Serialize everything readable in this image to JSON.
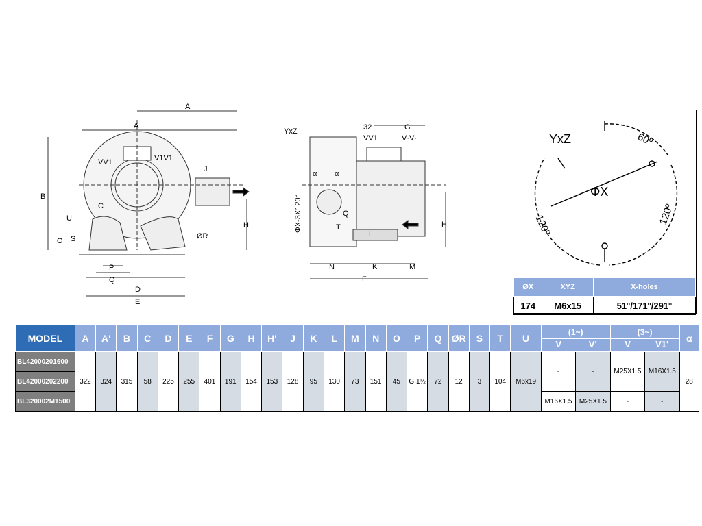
{
  "drawing_front": {
    "dims": [
      "A'",
      "A",
      "B",
      "VV1",
      "V1V1",
      "J",
      "C",
      "U",
      "O",
      "S",
      "P",
      "Q",
      "D",
      "E",
      "ØR",
      "H"
    ]
  },
  "drawing_side": {
    "dims": [
      "YxZ",
      "32",
      "G",
      "VV1",
      "V·V·",
      "α",
      "α",
      "ΦX-3X120°",
      "Q",
      "T",
      "L",
      "H",
      "N",
      "K",
      "M",
      "F"
    ]
  },
  "holes_panel": {
    "labels": {
      "yxz": "YxZ",
      "phix": "ΦX",
      "deg60": "60º",
      "deg120a": "120º",
      "deg120b": "120º"
    },
    "headers": [
      "ØX",
      "XYZ",
      "X-holes"
    ],
    "values": [
      "174",
      "M6x15",
      "51°/171°/291°"
    ]
  },
  "model_table": {
    "model_header": "MODEL",
    "columns": [
      "A",
      "A'",
      "B",
      "C",
      "D",
      "E",
      "F",
      "G",
      "H",
      "H'",
      "J",
      "K",
      "L",
      "M",
      "N",
      "O",
      "P",
      "Q",
      "ØR",
      "S",
      "T",
      "U"
    ],
    "phase1": {
      "label": "(1~)",
      "sub": [
        "V",
        "V'"
      ]
    },
    "phase3": {
      "label": "(3~)",
      "sub": [
        "V",
        "V1'"
      ]
    },
    "alpha": "α",
    "models": [
      "BL42000201600",
      "BL42000202200",
      "BL320002M1500"
    ],
    "common_values": [
      "322",
      "324",
      "315",
      "58",
      "225",
      "255",
      "401",
      "191",
      "154",
      "153",
      "128",
      "95",
      "130",
      "73",
      "151",
      "45",
      "G 1½",
      "72",
      "12",
      "3",
      "104",
      "M6x19"
    ],
    "rows_1_2": {
      "v1": "-",
      "v1b": "-",
      "v3": "M25X1.5",
      "v3b": "M16X1.5"
    },
    "row_3": {
      "v1": "M16X1.5",
      "v1b": "M25X1.5",
      "v3": "-",
      "v3b": "-"
    },
    "alpha_value": "28"
  }
}
